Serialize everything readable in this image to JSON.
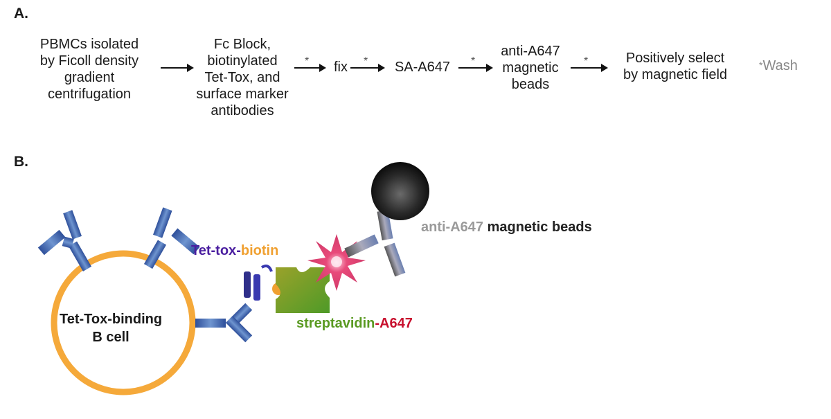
{
  "panel_a": {
    "label": "A.",
    "steps": [
      "PBMCs isolated\nby Ficoll density\ngradient\ncentrifugation",
      "Fc Block,\nbiotinylated\nTet-Tox, and\nsurface marker\nantibodies",
      "fix",
      "SA-A647",
      "anti-A647\nmagnetic\nbeads",
      "Positively select\nby magnetic field"
    ],
    "wash_symbol": "*",
    "wash_legend_star": "*",
    "wash_legend_text": "Wash"
  },
  "panel_b": {
    "label": "B.",
    "cell_label": "Tet-Tox-binding\nB cell",
    "tet_tox": "Tet-tox",
    "dash": "-",
    "biotin": "biotin",
    "streptavidin": "streptavidin",
    "dash2": "-",
    "a647": "A647",
    "anti_a647": "anti-A647",
    "magnetic_beads": "magnetic beads"
  },
  "colors": {
    "cell_ring": "#f5a93a",
    "tet_tox": "#4b1fa0",
    "biotin": "#f0a030",
    "streptavidin": "#5a9a22",
    "a647": "#c8102e",
    "anti_a647": "#9a9a9a",
    "antibody": "#4a6fb0"
  }
}
